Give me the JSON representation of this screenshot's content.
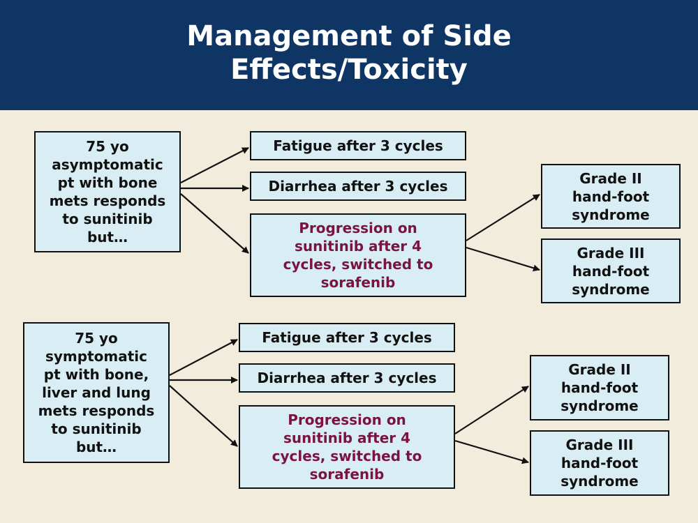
{
  "title": {
    "line1": "Management of Side",
    "line2": "Effects/Toxicity"
  },
  "scenarios": [
    {
      "case_lines": [
        "75 yo",
        "asymptomatic",
        "pt with bone",
        "mets responds",
        "to sunitinib",
        "but…"
      ],
      "fatigue": "Fatigue after 3 cycles",
      "diarrhea": "Diarrhea after 3 cycles",
      "progression_lines": [
        "Progression on",
        "sunitinib after 4",
        "cycles, switched to",
        "sorafenib"
      ],
      "grade2_lines": [
        "Grade II",
        "hand-foot",
        "syndrome"
      ],
      "grade3_lines": [
        "Grade III",
        "hand-foot",
        "syndrome"
      ]
    },
    {
      "case_lines": [
        "75 yo",
        "symptomatic",
        "pt with bone,",
        "liver and lung",
        "mets responds",
        "to sunitinib",
        "but…"
      ],
      "fatigue": "Fatigue after 3 cycles",
      "diarrhea": "Diarrhea after 3 cycles",
      "progression_lines": [
        "Progression on",
        "sunitinib after 4",
        "cycles, switched to",
        "sorafenib"
      ],
      "grade2_lines": [
        "Grade II",
        "hand-foot",
        "syndrome"
      ],
      "grade3_lines": [
        "Grade III",
        "hand-foot",
        "syndrome"
      ]
    }
  ],
  "colors": {
    "header_bg": "#0f3564",
    "page_bg": "#f1ecdc",
    "box_bg": "#d9edf4",
    "progression_text": "#7a1340"
  }
}
